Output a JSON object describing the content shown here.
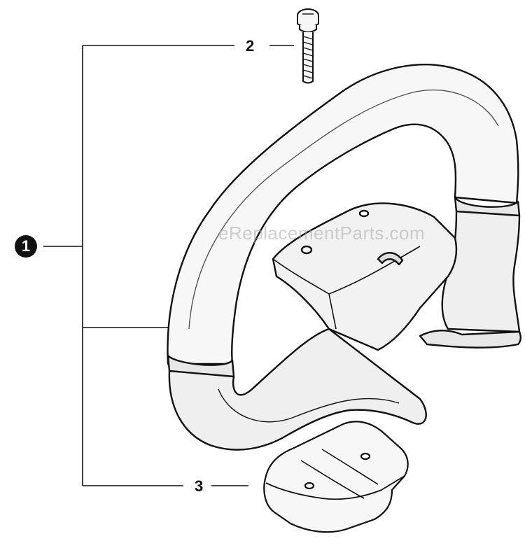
{
  "callouts": {
    "main": "1",
    "screw": "2",
    "bracket": "3"
  },
  "watermark": "eReplacementParts.com",
  "colors": {
    "line": "#111111",
    "fill_light": "#f7f7f7",
    "fill_mid": "#e8e8e8"
  }
}
